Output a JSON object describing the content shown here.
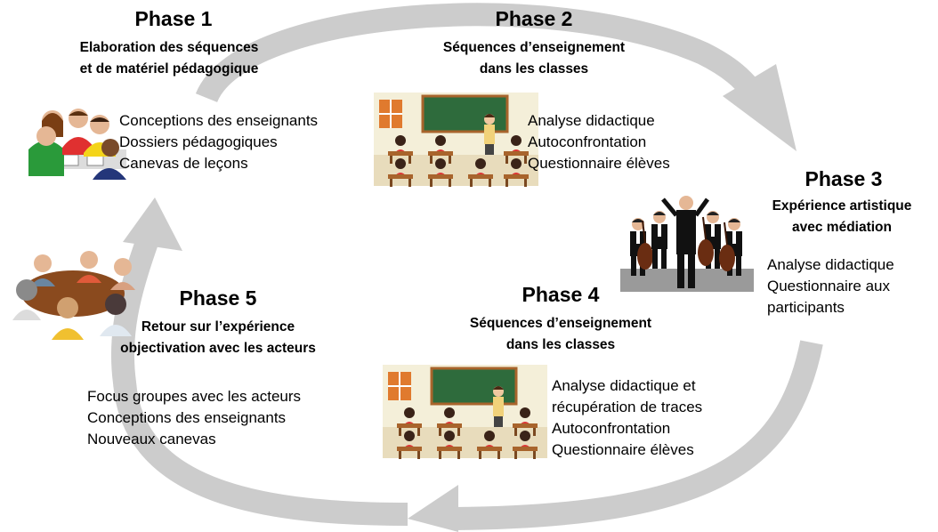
{
  "colors": {
    "arrow": "#cccccc",
    "text": "#000000",
    "board": "#2e6b3c",
    "wall": "#f4efd9"
  },
  "illustrations": [
    "team-meeting-illustration",
    "classroom-illustration",
    "orchestra-illustration",
    "group-discussion-illustration",
    "classroom-illustration"
  ],
  "phases": [
    {
      "title": "Phase 1",
      "subtitle": [
        "Elaboration des séquences",
        "et de matériel pédagogique"
      ],
      "items": [
        "Conceptions des enseignants",
        "Dossiers pédagogiques",
        "Canevas de leçons"
      ]
    },
    {
      "title": "Phase 2",
      "subtitle": [
        "Séquences d’enseignement",
        "dans les classes"
      ],
      "items": [
        "Analyse didactique",
        "Autoconfrontation",
        "Questionnaire élèves"
      ]
    },
    {
      "title": "Phase 3",
      "subtitle": [
        "Expérience artistique",
        "avec médiation"
      ],
      "items": [
        "Analyse didactique",
        "Questionnaire aux",
        "participants"
      ]
    },
    {
      "title": "Phase 4",
      "subtitle": [
        "Séquences d’enseignement",
        "dans les classes"
      ],
      "items": [
        "Analyse didactique et",
        "récupération de traces",
        "Autoconfrontation",
        "Questionnaire élèves"
      ]
    },
    {
      "title": "Phase 5",
      "subtitle": [
        "Retour sur l’expérience",
        "objectivation avec les acteurs"
      ],
      "items": [
        "Focus groupes avec les acteurs",
        "Conceptions des enseignants",
        "Nouveaux canevas"
      ]
    }
  ]
}
